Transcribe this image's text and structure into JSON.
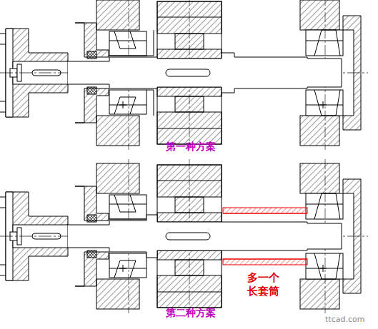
{
  "diagram": {
    "labels": [
      "第一种方案",
      "第二种方案",
      "多一个 长套筒",
      "ttcad.com"
    ]
  }
}
